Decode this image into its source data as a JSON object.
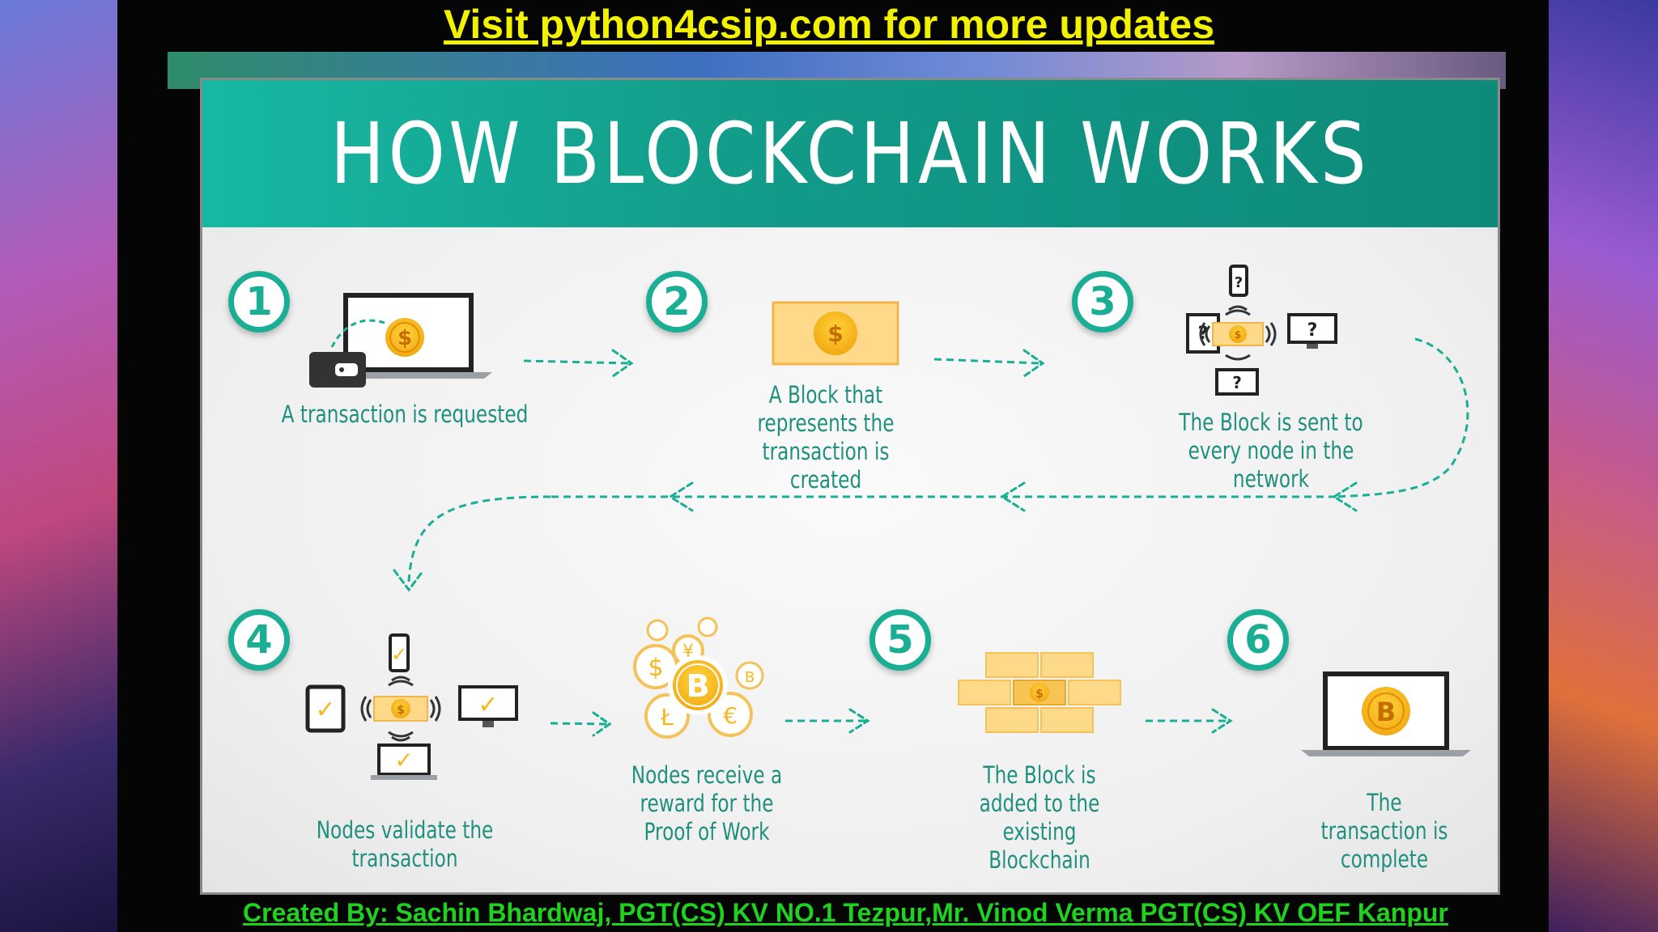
{
  "top_banner": "Visit python4csip.com for more updates",
  "bottom_banner": "Created By: Sachin Bhardwaj, PGT(CS) KV  NO.1 Tezpur,Mr. Vinod Verma PGT(CS) KV OEF Kanpur",
  "slide": {
    "title": "HOW BLOCKCHAIN WORKS",
    "steps": [
      {
        "number": "1",
        "caption": "A transaction is requested"
      },
      {
        "number": "2",
        "caption": "A Block that represents the transaction is created"
      },
      {
        "number": "3",
        "caption": "The Block is sent to every node in the network"
      },
      {
        "number": "4",
        "caption": "Nodes validate the transaction"
      },
      {
        "number": "",
        "caption": "Nodes receive a reward for the Proof of Work"
      },
      {
        "number": "5",
        "caption": "The Block is added to the existing Blockchain"
      },
      {
        "number": "6",
        "caption": "The transaction is complete"
      }
    ],
    "symbols": {
      "dollar": "$",
      "bitcoin": "B",
      "question": "?",
      "check": "✓",
      "yen": "¥",
      "euro": "€",
      "litecoin": "Ł"
    }
  },
  "colors": {
    "teal": "#1aae95",
    "coin": "#f5b81f",
    "banner_yellow": "#f2f200",
    "banner_green": "#1ed21e"
  }
}
